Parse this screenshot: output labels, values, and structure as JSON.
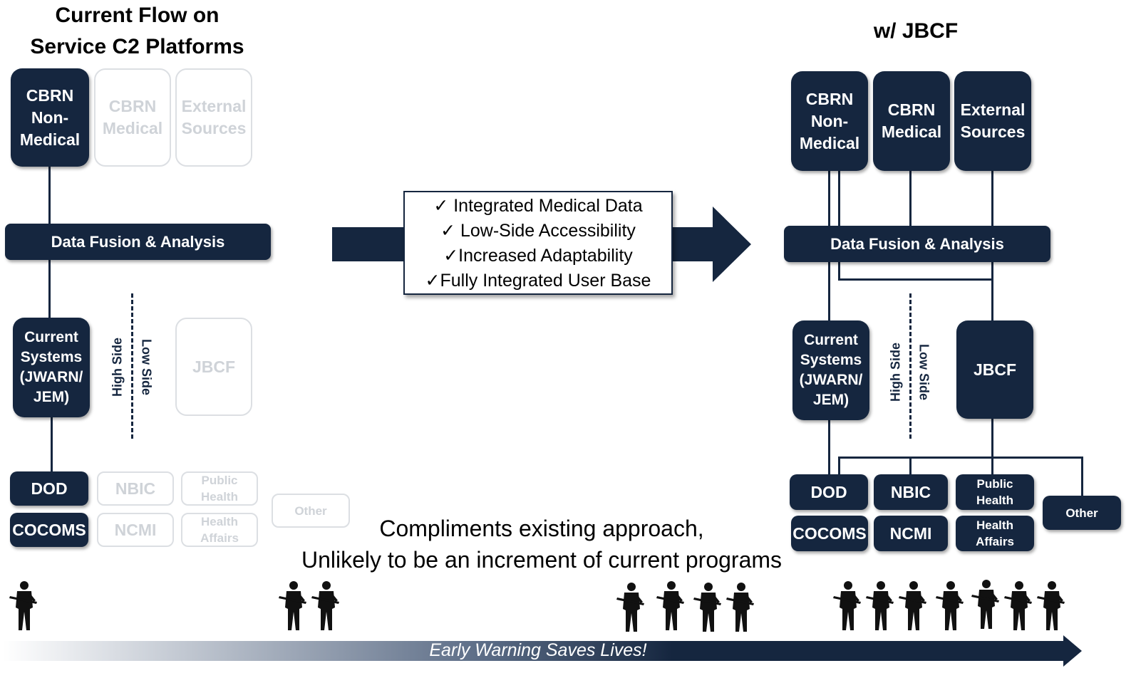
{
  "left_title": "Current Flow on\nService C2 Platforms",
  "right_title": "w/ JBCF",
  "left": {
    "cbrn_non_medical": "CBRN\nNon-\nMedical",
    "cbrn_medical": "CBRN\nMedical",
    "external_sources": "External\nSources",
    "data_fusion": "Data Fusion & Analysis",
    "current_systems": "Current\nSystems\n(JWARN/\nJEM)",
    "jbcf": "JBCF",
    "high_side": "High Side",
    "low_side": "Low Side",
    "dod": "DOD",
    "nbic": "NBIC",
    "public_health": "Public\nHealth",
    "cocoms": "COCOMS",
    "ncmi": "NCMI",
    "health_affairs": "Health\nAffairs",
    "other": "Other"
  },
  "right": {
    "cbrn_non_medical": "CBRN\nNon-\nMedical",
    "cbrn_medical": "CBRN\nMedical",
    "external_sources": "External\nSources",
    "data_fusion": "Data Fusion & Analysis",
    "current_systems": "Current\nSystems\n(JWARN/\nJEM)",
    "jbcf": "JBCF",
    "high_side": "High Side",
    "low_side": "Low Side",
    "dod": "DOD",
    "nbic": "NBIC",
    "public_health": "Public\nHealth",
    "cocoms": "COCOMS",
    "ncmi": "NCMI",
    "health_affairs": "Health\nAffairs",
    "other": "Other"
  },
  "callout": {
    "items": [
      "✓ Integrated Medical Data",
      "✓ Low-Side Accessibility",
      "✓Increased Adaptability",
      "✓Fully Integrated User Base"
    ]
  },
  "note": {
    "line1": "Compliments existing approach,",
    "line2": "Unlikely to be an increment of current programs"
  },
  "timeline": {
    "label": "Early Warning Saves Lives!"
  },
  "colors": {
    "navy": "#15263f",
    "ghost": "#cfd3d8"
  },
  "icons": {
    "soldier": "soldier-silhouette-icon",
    "arrow": "right-arrow-icon"
  }
}
